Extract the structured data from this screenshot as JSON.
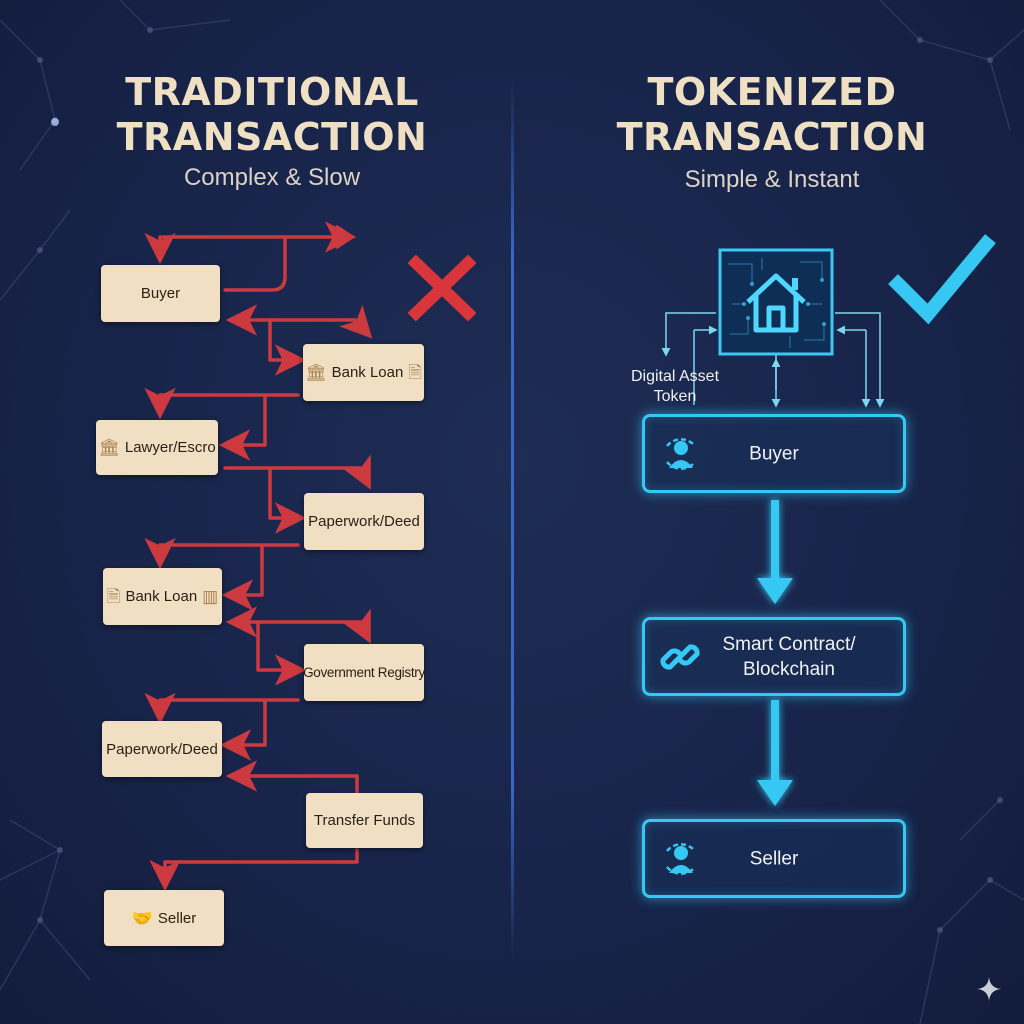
{
  "left_panel": {
    "title_line1": "TRADITIONAL",
    "title_line2": "TRANSACTION",
    "subtitle": "Complex & Slow",
    "steps": [
      {
        "label": "Buyer",
        "icon": ""
      },
      {
        "label": "Bank Loan",
        "icon": "bank-icon"
      },
      {
        "label": "Lawyer/Escro",
        "icon": "bank-icon"
      },
      {
        "label": "Paperwork/Deed",
        "icon": ""
      },
      {
        "label": "Bank Loan",
        "icon": "document-icon"
      },
      {
        "label": "Government Registry",
        "icon": ""
      },
      {
        "label": "Paperwork/Deed",
        "icon": ""
      },
      {
        "label": "Transfer Funds",
        "icon": ""
      },
      {
        "label": "Seller",
        "icon": "handshake-icon"
      }
    ],
    "status": "cross-mark-icon",
    "accent_color": "#cc3a3f",
    "box_color": "#f0dfc3"
  },
  "right_panel": {
    "title_line1": "TOKENIZED",
    "title_line2": "TRANSACTION",
    "subtitle": "Simple & Instant",
    "token_label_line1": "Digital Asset",
    "token_label_line2": "Token",
    "steps": [
      {
        "label": "Buyer",
        "icon": "user-icon"
      },
      {
        "label_line1": "Smart Contract/",
        "label_line2": "Blockchain",
        "icon": "chain-link-icon"
      },
      {
        "label": "Seller",
        "icon": "user-icon"
      }
    ],
    "token_icon": "house-icon",
    "status": "check-mark-icon",
    "accent_color": "#36c8f2"
  }
}
